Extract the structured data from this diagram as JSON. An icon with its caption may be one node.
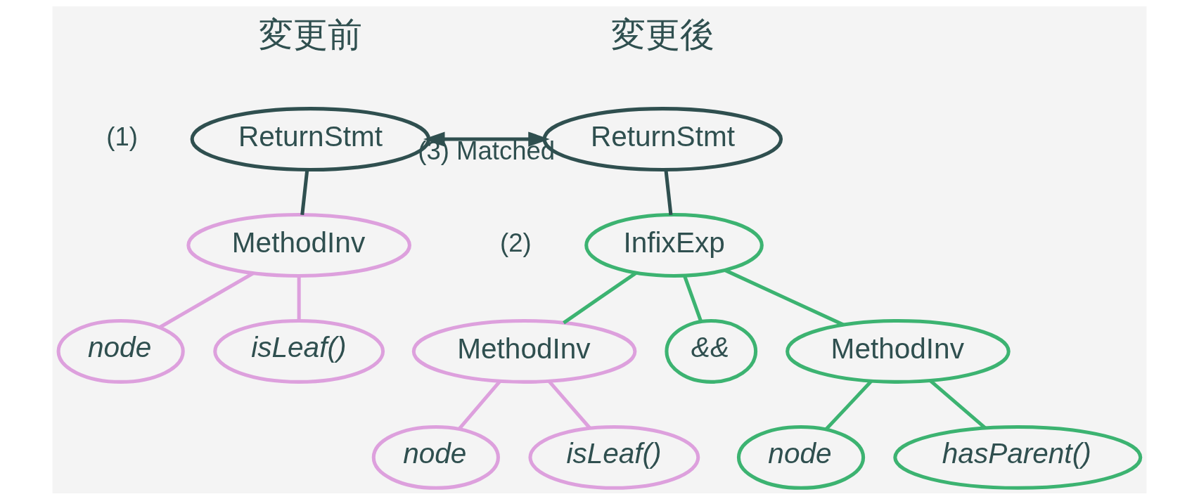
{
  "diagram": {
    "nodes": [
      {
        "text": [
          "ReturnStmt"
        ]
      },
      {
        "text": [
          "MethodInv"
        ]
      },
      {
        "text": [
          "node"
        ]
      },
      {
        "text": [
          "isLeaf()"
        ]
      },
      {
        "text": [
          "ReturnStmt"
        ]
      },
      {
        "text": [
          "InfixExp"
        ]
      },
      {
        "text": [
          "MethodInv"
        ]
      },
      {
        "text": [
          "&&"
        ]
      },
      {
        "text": [
          "MethodInv"
        ]
      },
      {
        "text": [
          "node"
        ]
      },
      {
        "text": [
          "isLeaf()"
        ]
      },
      {
        "text": [
          "node"
        ]
      },
      {
        "text": [
          "hasParent()"
        ]
      }
    ],
    "edges": [
      {
        "from": 0,
        "to": 1,
        "arrow": "none",
        "color": "#2f4f4f"
      },
      {
        "from": 1,
        "to": 2,
        "arrow": "none",
        "color": "#dda0dd"
      },
      {
        "from": 1,
        "to": 3,
        "arrow": "none",
        "color": "#dda0dd"
      },
      {
        "from": 0,
        "to": 4,
        "arrow": "both",
        "label": "(3) Matched",
        "color": "#2f4f4f"
      },
      {
        "from": 4,
        "to": 5,
        "arrow": "none",
        "color": "#2f4f4f"
      },
      {
        "from": 5,
        "to": 6,
        "arrow": "none"
      },
      {
        "from": 5,
        "to": 7,
        "arrow": "none"
      },
      {
        "from": 5,
        "to": 8,
        "arrow": "none"
      },
      {
        "from": 6,
        "to": 9,
        "arrow": "none",
        "color": "#dda0dd"
      },
      {
        "from": 6,
        "to": 10,
        "arrow": "none",
        "color": "#dda0dd"
      },
      {
        "from": 8,
        "to": 11,
        "arrow": "none"
      },
      {
        "from": 8,
        "to": 12,
        "arrow": "none"
      }
    ],
    "labels": [
      "変更前",
      "変更後",
      "(1)",
      "(2)"
    ]
  }
}
